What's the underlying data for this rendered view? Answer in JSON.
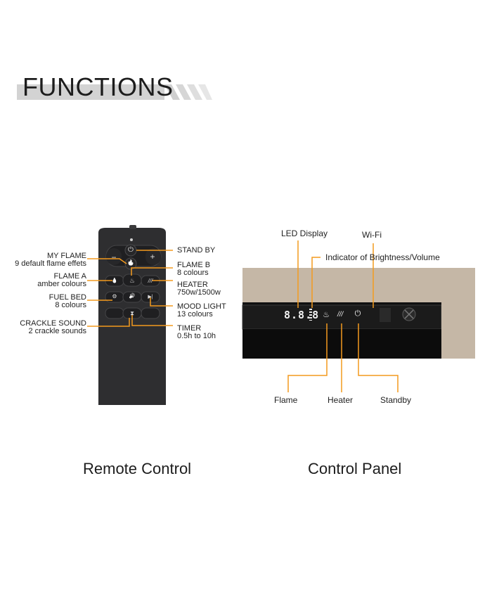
{
  "page": {
    "title": "FUNCTIONS",
    "accent_color": "#f39a1e"
  },
  "remote": {
    "caption": "Remote Control",
    "labels": {
      "my_flame": {
        "title": "MY FLAME",
        "sub": "9 default flame effets"
      },
      "flame_a": {
        "title": "FLAME A",
        "sub": "amber colours"
      },
      "fuel_bed": {
        "title": "FUEL BED",
        "sub": "8 colours"
      },
      "crackle": {
        "title": "CRACKLE SOUND",
        "sub": "2 crackle sounds"
      },
      "standby": {
        "title": "STAND BY"
      },
      "flame_b": {
        "title": "FLAME B",
        "sub": "8 colours"
      },
      "heater": {
        "title": "HEATER",
        "sub": "750w/1500w"
      },
      "mood": {
        "title": "MOOD LIGHT",
        "sub": "13 colours"
      },
      "timer": {
        "title": "TIMER",
        "sub": "0.5h to 10h"
      }
    },
    "buttons": {
      "power": "⏻",
      "minus": "−",
      "plus": "+",
      "flame": "🔥",
      "flame_a": "💧",
      "flame_b": "♨",
      "heater": "///",
      "fuel_bed": "⚙",
      "sound": "🔊",
      "mood": "▶|",
      "timer": "⧗"
    }
  },
  "panel": {
    "caption": "Control Panel",
    "led_value": "8.8.8",
    "labels": {
      "led_display": "LED Display",
      "wifi": "Wi-Fi",
      "indicator": "Indicator of Brightness/Volume",
      "flame": "Flame",
      "heater": "Heater",
      "standby": "Standby"
    }
  }
}
